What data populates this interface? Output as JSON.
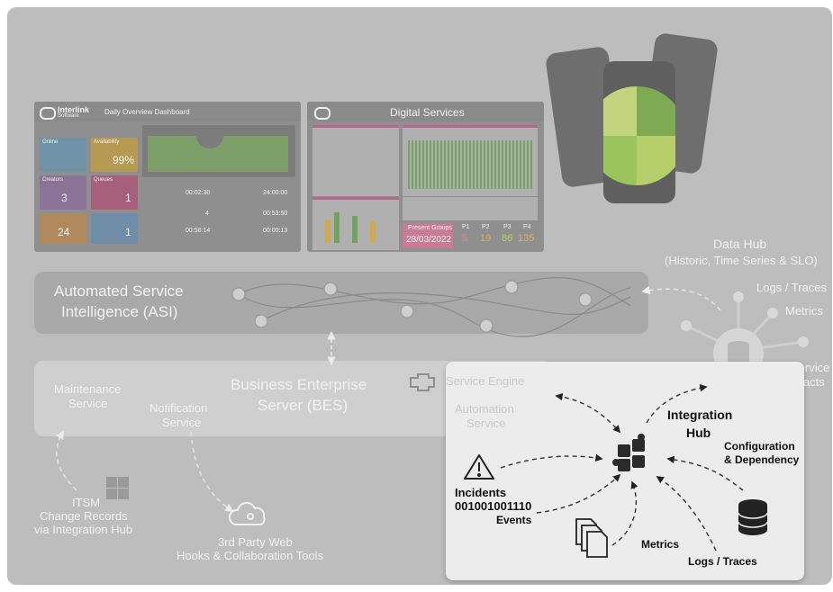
{
  "dashboard_left": {
    "brand": "Interlink",
    "brand_sub": "Software",
    "title": "Daily Overview Dashboard",
    "tiles": [
      {
        "label": "Online",
        "value": ""
      },
      {
        "label": "Availability",
        "value": "99%"
      },
      {
        "label": "Creators",
        "value": "3"
      },
      {
        "label": "Queues",
        "value": "1"
      },
      {
        "label": "",
        "value": "24"
      },
      {
        "label": "",
        "value": "1"
      }
    ],
    "metrics": [
      "00:02:30",
      "24:00:00",
      "4",
      "00:53:50",
      "00:58:14",
      "00:00:13"
    ]
  },
  "dashboard_right": {
    "title": "Digital Services",
    "period_label": "Present Groups",
    "date": "28/03/2022",
    "priorities": [
      {
        "label": "P1",
        "value": "5"
      },
      {
        "label": "P2",
        "value": "19"
      },
      {
        "label": "P3",
        "value": "86"
      },
      {
        "label": "P4",
        "value": "135"
      }
    ]
  },
  "labels": {
    "data_hub": "Data Hub",
    "data_hub_sub": "(Historic, Time Series & SLO)",
    "logs_traces_top": "Logs / Traces",
    "metrics_top": "Metrics",
    "service_facts_1": "Service",
    "service_facts_2": "Facts",
    "asi_1": "Automated Service",
    "asi_2": "Intelligence (ASI)",
    "bes_1": "Business Enterprise",
    "bes_2": "Server (BES)",
    "maintenance_1": "Maintenance",
    "maintenance_2": "Service",
    "notification_1": "Notification",
    "notification_2": "Service",
    "service_engine": "Service Engine",
    "automation_1": "Automation",
    "automation_2": "Service",
    "itsm_1": "ITSM",
    "itsm_2": "Change Records",
    "itsm_3": "via Integration Hub",
    "third_party_1": "3rd Party Web",
    "third_party_2": "Hooks & Collaboration Tools"
  },
  "integration": {
    "hub_1": "Integration",
    "hub_2": "Hub",
    "config_1": "Configuration",
    "config_2": "& Dependency",
    "incidents": "Incidents",
    "binary": "001001001110",
    "events": "Events",
    "metrics": "Metrics",
    "logs_traces": "Logs / Traces"
  },
  "colors": {
    "background": "#bdbdbd",
    "band": "#a9a9a9",
    "card": "#ececec",
    "accent_green": "#8fd06a"
  }
}
